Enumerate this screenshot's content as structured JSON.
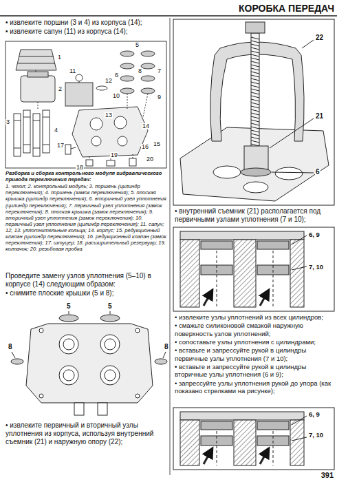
{
  "diagram": {
    "title": "КОРОБКА ПЕРЕДАЧ",
    "caption": "Разборка и сборка контрольного модуля гидравлического привода переключения передач:",
    "labels": [
      "• извлеките поршни (3 и 4) из корпуса (14);",
      "• извлеките сапун (11) из корпуса (14);",
      "1",
      "2",
      "3",
      "4",
      "5",
      "6",
      "7",
      "8",
      "9",
      "10",
      "11",
      "12",
      "13",
      "14",
      "15",
      "16",
      "17",
      "18",
      "19",
      "20",
      "1. чехол; 2. контрольный модуль; 3. поршень (цилиндр переключения); 4. поршень (замок переключения); 5. плоская крышка (цилиндр переключения); 6. вторичный узел уплотнения (цилиндр переключения); 7. первичный узел уплотнения (замок переключения); 8. плоская крышка (замок переключения); 9. вторичный узел уплотнения (замок переключения); 10. первичный узел уплотнения (цилиндр переключения); 11. сапун; 12, 13. уплотнительные кольца; 14. корпус; 15. редукционный клапан (цилиндр переключения); 16. редукционный клапан (замок переключения); 17. штуцер; 18. расширительный резервуар; 19. колпачок; 20. резьбовая пробка",
      "Проведите замену узлов уплотнения (5–10) в корпусе (14) следующим образом:",
      "• снимите плоские крышки (5 и 8);",
      "5",
      "5",
      "8",
      "8",
      "• извлеките первичный и вторичный узлы уплотнения из корпуса, используя внутренний съемник (21) и наружную опору (22);",
      "22",
      "21",
      "6",
      "• внутренний съемник (21) располагается под первичными узлами уплотнения (7 и 10);",
      "6, 9",
      "7, 10",
      "• извлеките узлы уплотнений из всех цилиндров;",
      "• смажьте силиконовой смазкой наружную поверхность узлов уплотнений;",
      "• сопоставьте узлы уплотнения с цилиндрами;",
      "• вставьте и запрессуйте рукой в цилиндры первичные узлы уплотнения (7 и 10);",
      "• вставьте и запрессуйте рукой в цилиндры вторичные узлы уплотнения (6 и 9);",
      "• запрессуйте узлы уплотнения рукой до упора (как показано стрелками на рисунке);",
      "6, 9",
      "7, 10",
      "391"
    ]
  }
}
